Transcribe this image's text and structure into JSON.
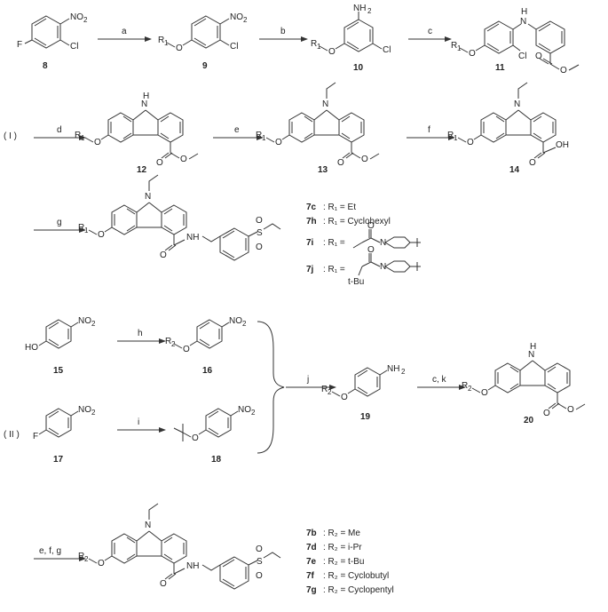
{
  "section_labels": [
    "( I )",
    "( II )"
  ],
  "reagents": {
    "a": "a",
    "b": "b",
    "c": "c",
    "d": "d",
    "e": "e",
    "f": "f",
    "g": "g",
    "h": "h",
    "i": "i",
    "j": "j",
    "ck": "c, k",
    "efg": "e, f, g"
  },
  "compounds": {
    "c8": "8",
    "c9": "9",
    "c10": "10",
    "c11": "11",
    "c12": "12",
    "c13": "13",
    "c14": "14",
    "c15": "15",
    "c16": "16",
    "c17": "17",
    "c18": "18",
    "c19": "19",
    "c20": "20"
  },
  "atoms": {
    "no2": "NO",
    "two": "2",
    "f": "F",
    "cl": "Cl",
    "nh2": "NH",
    "nh": "H",
    "n": "N",
    "o": "O",
    "oh": "OH",
    "ho": "HO",
    "r1": "R",
    "one": "1",
    "r2": "R",
    "s": "S",
    "amide_nh": "NH"
  },
  "series1": [
    {
      "code": "7c",
      "text": ": R₁ = Et"
    },
    {
      "code": "7h",
      "text": ": R₁ = Cyclohexyl"
    },
    {
      "code": "7i",
      "text": ": R₁ ="
    },
    {
      "code": "7j",
      "text": ": R₁ ="
    }
  ],
  "tbu": "t-Bu",
  "series2": [
    {
      "code": "7b",
      "text": ": R₂ = Me"
    },
    {
      "code": "7d",
      "text": ": R₂ = i-Pr"
    },
    {
      "code": "7e",
      "text": ": R₂ = t-Bu"
    },
    {
      "code": "7f",
      "text": ": R₂ = Cyclobutyl"
    },
    {
      "code": "7g",
      "text": ": R₂ = Cyclopentyl"
    }
  ]
}
